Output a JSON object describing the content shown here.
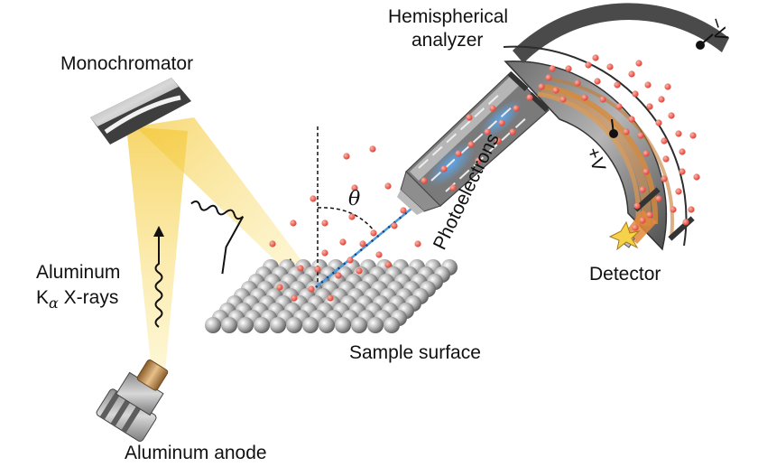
{
  "labels": {
    "monochromator": "Monochromator",
    "analyzer_line1": "Hemispherical",
    "analyzer_line2": "analyzer",
    "xray_line1": "Aluminum",
    "xray_line2_main": "K",
    "xray_line2_sub": "α",
    "xray_line2_rest": " X-rays",
    "anode": "Aluminum anode",
    "sample": "Sample surface",
    "photoelectrons": "Photoelectrons",
    "detector": "Detector",
    "theta": "θ",
    "neg_voltage": "−V",
    "pos_voltage": "+V"
  },
  "colors": {
    "beam": "#f6d24a",
    "electron": "#e8574b",
    "photoelectron_path": "#4a9be0",
    "metal_dark": "#555555",
    "metal_light": "#c7c7c7",
    "orbit": "#d8924a",
    "brass": "#c89a58"
  }
}
